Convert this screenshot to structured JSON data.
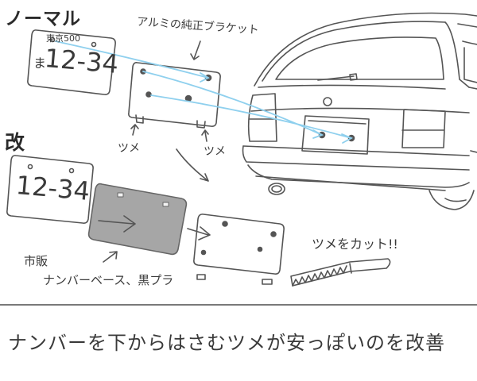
{
  "labels": {
    "normal": "ノーマル",
    "bracket": "アルミの純正ブラケット",
    "tsume_left": "ツメ",
    "tsume_right": "ツメ",
    "kai": "改",
    "plate_top_small": "東京500",
    "plate_top_number": "12-34",
    "plate_top_prefix": "ま",
    "plate_mid_number": "12-34",
    "market_line1": "市販",
    "market_line2": "ナンバーベース、黒プラ",
    "cut_note": "ツメをカット!!",
    "caption": "ナンバーを下からはさむツメが安っぽいのを改善"
  },
  "colors": {
    "ink": "#555555",
    "arrow_blue": "#8fd0ee",
    "plastic_base": "#a6a6a6"
  }
}
